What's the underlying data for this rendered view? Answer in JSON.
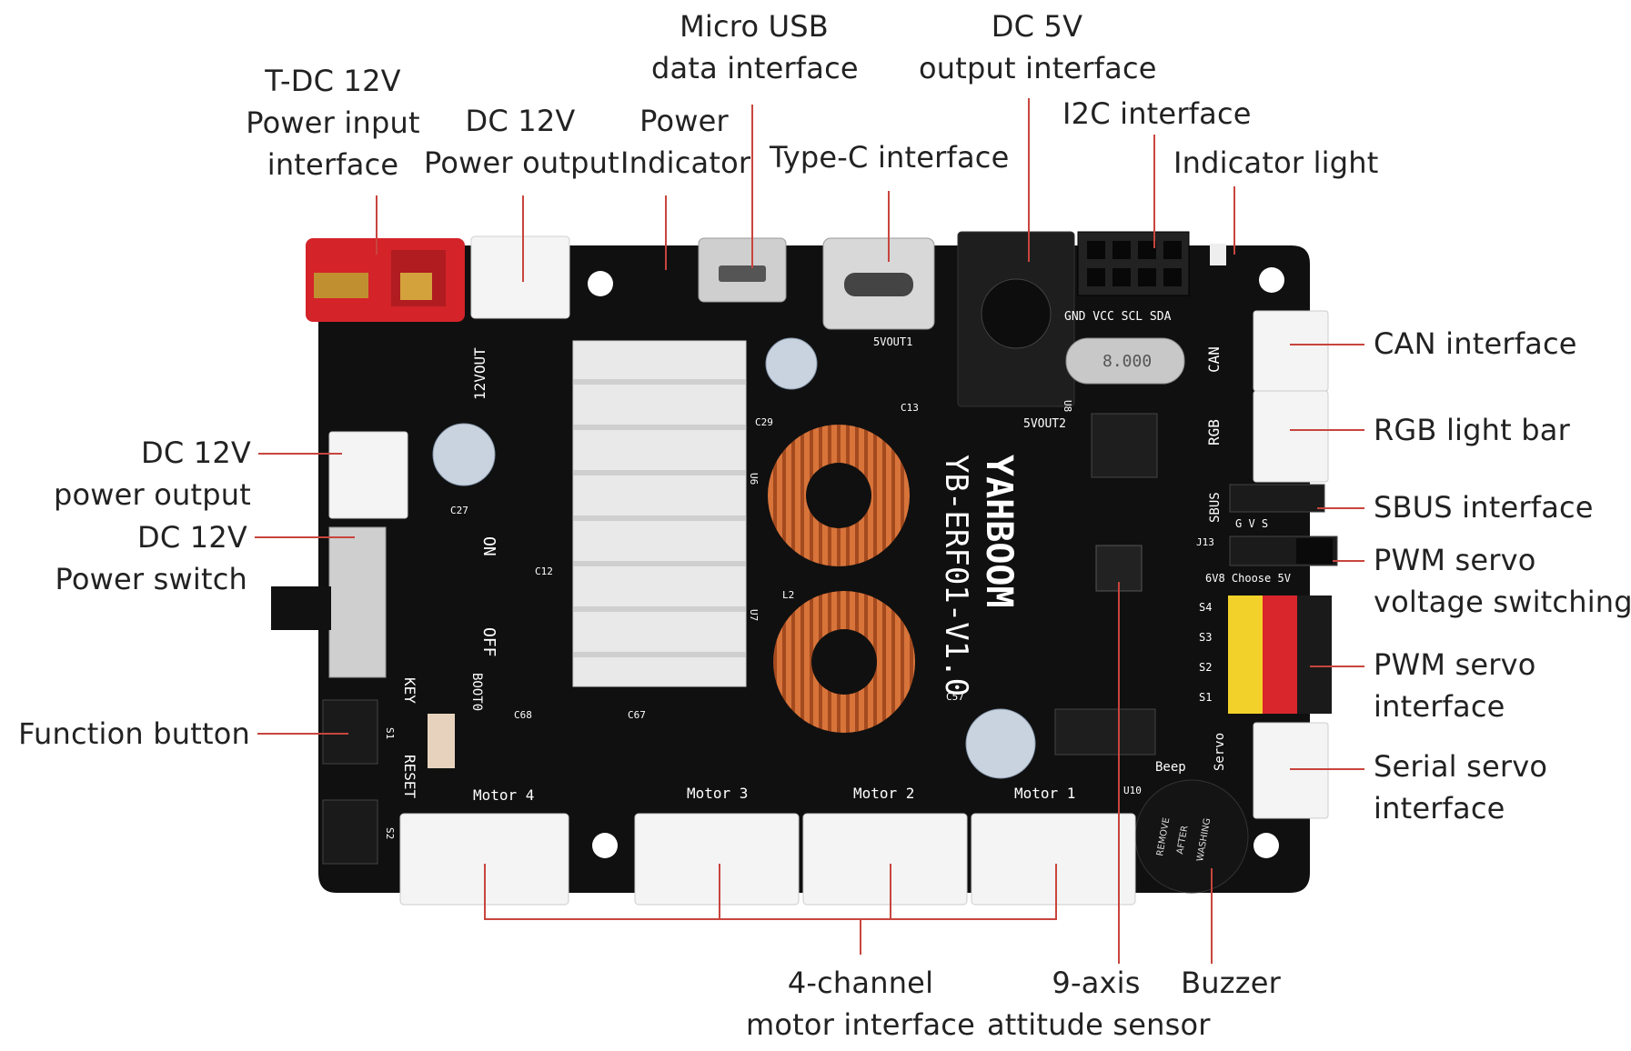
{
  "colors": {
    "pcb": "#111111",
    "leader_line": "#c8453e",
    "label_text": "#222222",
    "connector_white": "#f4f4f4",
    "connector_red": "#d8262c",
    "copper": "#d86f33"
  },
  "labels": {
    "tdc_power_input": [
      "T-DC 12V",
      "Power input",
      "interface"
    ],
    "dc12v_power_output_top": [
      "DC 12V",
      "Power output"
    ],
    "power_indicator": [
      "Power",
      "Indicator"
    ],
    "micro_usb": [
      "Micro USB",
      "data interface"
    ],
    "type_c": [
      "Type-C interface"
    ],
    "dc5v_output": [
      "DC 5V",
      "output interface"
    ],
    "i2c": [
      "I2C interface"
    ],
    "indicator_light": [
      "Indicator light"
    ],
    "can": [
      "CAN interface"
    ],
    "rgb": [
      "RGB light bar"
    ],
    "sbus": [
      "SBUS interface"
    ],
    "pwm_voltage": [
      "PWM servo",
      "voltage switching"
    ],
    "pwm_interface": [
      "PWM servo",
      "interface"
    ],
    "serial_servo": [
      "Serial servo",
      "interface"
    ],
    "dc12v_power_output_left": [
      "DC 12V",
      "power output"
    ],
    "dc12v_power_switch": [
      "DC 12V",
      "Power switch"
    ],
    "function_button": [
      "Function button"
    ],
    "motor_interface": [
      "4-channel",
      "motor interface"
    ],
    "attitude_sensor": [
      "9-axis",
      "attitude sensor"
    ],
    "buzzer": [
      "Buzzer"
    ]
  },
  "board": {
    "model_text": "YB-ERF01-V1.0",
    "brand_text": "YAHBOOM",
    "silk": {
      "out12v": "12VOUT",
      "on": "ON",
      "off": "OFF",
      "key": "KEY",
      "reset": "RESET",
      "boot0": "BOOT0",
      "motors": [
        "Motor 4",
        "Motor 3",
        "Motor 2",
        "Motor 1"
      ],
      "i2c_pins": "GND VCC SCL SDA",
      "can": "CAN",
      "rgb": "RGB",
      "sbus": "SBUS",
      "sbus_pins": "G  V  S",
      "choose": "6V8  Choose  5V",
      "servo_rows": [
        "S4",
        "S3",
        "S2",
        "S1"
      ],
      "serial_servo": "Servo",
      "beep": "Beep",
      "out5v_1": "5VOUT1",
      "out5v_2": "5VOUT2",
      "crystal": "8.000",
      "buzzer_text": [
        "REMOVE",
        "AFTER",
        "WASHING"
      ],
      "parts": [
        "C29",
        "C27",
        "C12",
        "C13",
        "C57",
        "C68",
        "C67",
        "U6",
        "U7",
        "U8",
        "U10",
        "L2",
        "J13",
        "S1",
        "S2"
      ]
    }
  }
}
